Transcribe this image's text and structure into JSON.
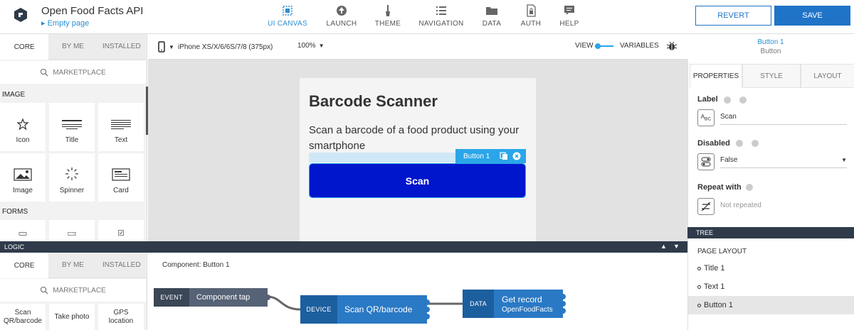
{
  "header": {
    "project_title": "Open Food Facts API",
    "page_name": "Empty page",
    "nav": [
      {
        "label": "UI CANVAS",
        "icon": "canvas-icon",
        "active": true
      },
      {
        "label": "LAUNCH",
        "icon": "launch-icon"
      },
      {
        "label": "THEME",
        "icon": "brush-icon"
      },
      {
        "label": "NAVIGATION",
        "icon": "list-icon"
      },
      {
        "label": "DATA",
        "icon": "folder-icon"
      },
      {
        "label": "AUTH",
        "icon": "lock-icon"
      },
      {
        "label": "HELP",
        "icon": "chat-icon"
      }
    ],
    "revert_label": "REVERT",
    "save_label": "SAVE"
  },
  "left_panel": {
    "tabs": [
      "CORE",
      "BY ME",
      "INSTALLED"
    ],
    "marketplace": "MARKETPLACE",
    "sections": {
      "image": "IMAGE",
      "forms": "FORMS"
    },
    "tiles": [
      "Icon",
      "Title",
      "Text",
      "Image",
      "Spinner",
      "Card"
    ]
  },
  "canvas_toolbar": {
    "device": "iPhone XS/X/6/6S/7/8 (375px)",
    "zoom": "100%",
    "view_label": "VIEW",
    "variables_label": "VARIABLES"
  },
  "screen": {
    "title": "Barcode Scanner",
    "text": "Scan a barcode of a food product using your smartphone",
    "selected_badge": "Button 1",
    "button_label": "Scan"
  },
  "right_panel": {
    "selected_name": "Button 1",
    "selected_type": "Button",
    "tabs": [
      "PROPERTIES",
      "STYLE",
      "LAYOUT"
    ],
    "label_title": "Label",
    "label_value": "Scan",
    "disabled_title": "Disabled",
    "disabled_value": "False",
    "repeat_title": "Repeat with",
    "repeat_value": "Not repeated"
  },
  "tree": {
    "header": "TREE",
    "title": "PAGE LAYOUT",
    "items": [
      "Title 1",
      "Text 1",
      "Button 1"
    ]
  },
  "logic": {
    "header": "LOGIC",
    "tabs": [
      "CORE",
      "BY ME",
      "INSTALLED"
    ],
    "marketplace": "MARKETPLACE",
    "tiles": [
      "Scan QR/barcode",
      "Take photo",
      "GPS location"
    ],
    "component_label": "Component: Button 1",
    "nodes": {
      "event": {
        "kind": "EVENT",
        "label": "Component tap"
      },
      "device": {
        "kind": "DEVICE",
        "label": "Scan QR/barcode"
      },
      "data": {
        "kind": "DATA",
        "label": "Get record",
        "sublabel": "OpenFoodFacts"
      }
    }
  },
  "colors": {
    "accent": "#1f74c7",
    "button": "#0016cc",
    "selection": "#2aa6e8",
    "dark_bar": "#2f3b4a"
  }
}
